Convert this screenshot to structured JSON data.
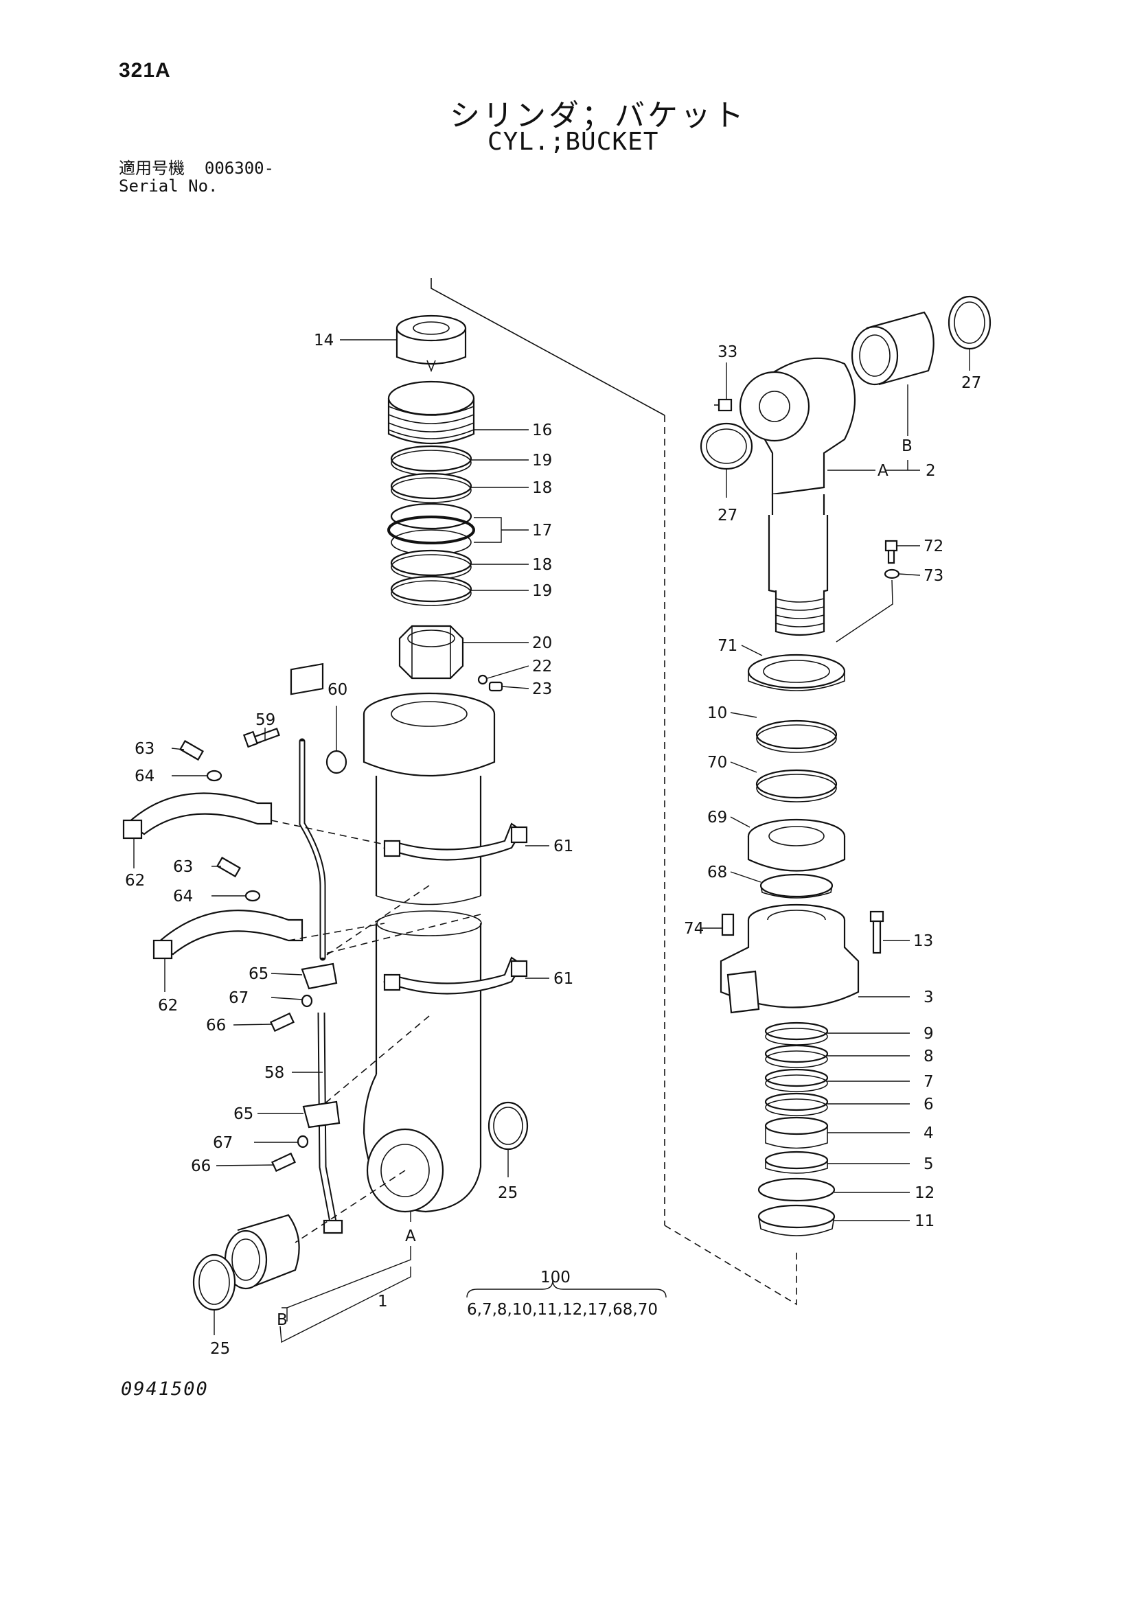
{
  "header": {
    "page_number": "321A",
    "title_jp": "シリンダ；バケット",
    "title_en": "CYL.;BUCKET",
    "serial_label_jp": "適用号機",
    "serial_value": "006300-",
    "serial_label_en": "Serial No."
  },
  "footer": {
    "drawing_number": "0941500"
  },
  "callouts": {
    "c1": "1",
    "c2": "2",
    "c3": "3",
    "c4": "4",
    "c5": "5",
    "c6": "6",
    "c7": "7",
    "c8": "8",
    "c9": "9",
    "c10": "10",
    "c11": "11",
    "c12": "12",
    "c13": "13",
    "c14": "14",
    "c16": "16",
    "c17": "17",
    "c18a": "18",
    "c18b": "18",
    "c19a": "19",
    "c19b": "19",
    "c20": "20",
    "c22": "22",
    "c23": "23",
    "c25a": "25",
    "c25b": "25",
    "c27a": "27",
    "c27b": "27",
    "c33": "33",
    "c58": "58",
    "c59": "59",
    "c60": "60",
    "c61a": "61",
    "c61b": "61",
    "c62a": "62",
    "c62b": "62",
    "c63a": "63",
    "c63b": "63",
    "c64a": "64",
    "c64b": "64",
    "c65a": "65",
    "c65b": "65",
    "c66a": "66",
    "c66b": "66",
    "c67a": "67",
    "c67b": "67",
    "c68": "68",
    "c69": "69",
    "c70": "70",
    "c71": "71",
    "c72": "72",
    "c73": "73",
    "c74": "74",
    "c100": "100",
    "kit_list": "6,7,8,10,11,12,17,68,70",
    "refA_rod": "A",
    "refB_rod": "B",
    "refA_tube": "A",
    "refB_tube": "B"
  }
}
